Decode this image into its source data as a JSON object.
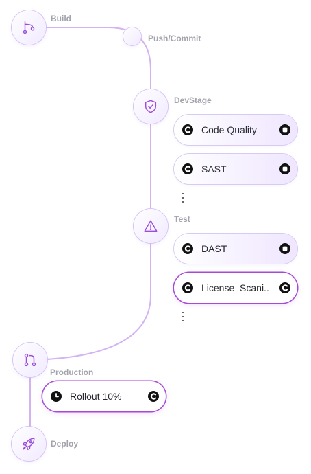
{
  "pipeline": {
    "accent_color": "#c9a4ee",
    "stages": {
      "build": {
        "label": "Build",
        "icon": "git-branch-icon"
      },
      "push": {
        "label": "Push/Commit",
        "icon": "commit-dot"
      },
      "devstage": {
        "label": "DevStage",
        "icon": "shield-check-icon"
      },
      "test": {
        "label": "Test",
        "icon": "warning-triangle-icon"
      },
      "production": {
        "label": "Production",
        "icon": "git-pull-request-icon"
      },
      "deploy": {
        "label": "Deploy",
        "icon": "rocket-icon"
      }
    },
    "jobs": {
      "code_quality": {
        "label": "Code Quality",
        "status_icon": "running-icon",
        "action_icon": "stop-icon"
      },
      "sast": {
        "label": "SAST",
        "status_icon": "running-icon",
        "action_icon": "stop-icon"
      },
      "dast": {
        "label": "DAST",
        "status_icon": "running-icon",
        "action_icon": "stop-icon"
      },
      "license_scanning": {
        "label": "License_Scani..",
        "status_icon": "running-icon",
        "action_icon": "retry-icon"
      },
      "rollout": {
        "label": "Rollout 10%",
        "status_icon": "clock-icon",
        "action_icon": "retry-icon"
      }
    }
  }
}
